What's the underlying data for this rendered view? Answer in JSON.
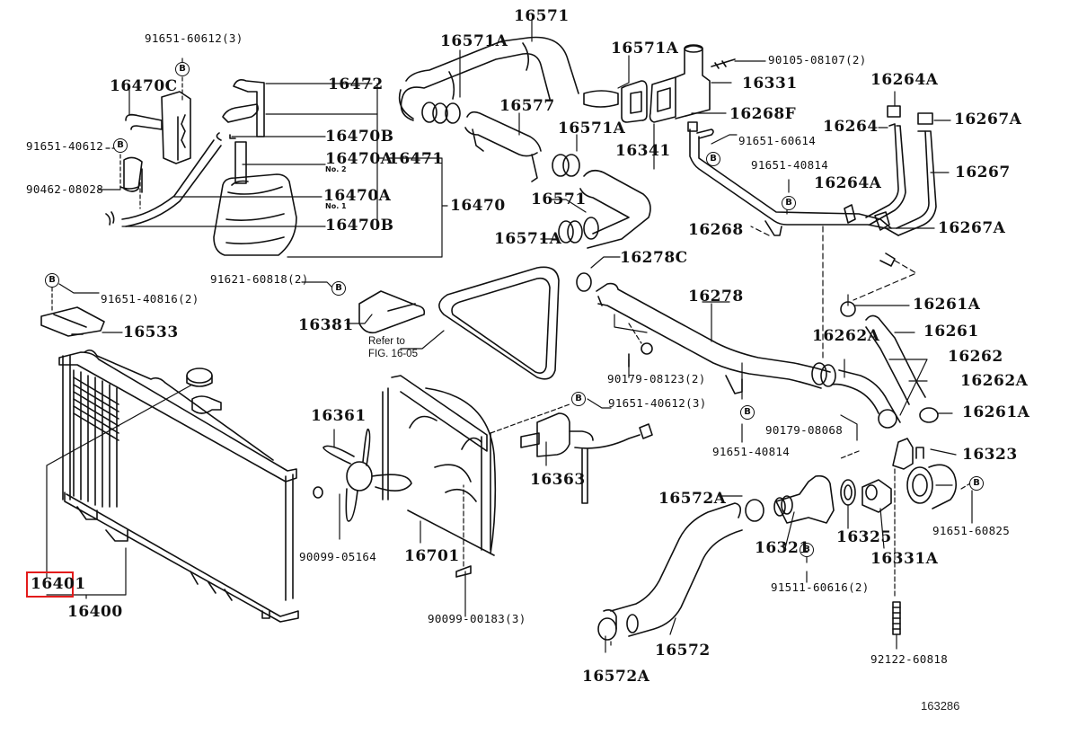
{
  "diagram": {
    "title": "Radiator & Water Outlet parts diagram",
    "figure_code": "163286",
    "highlight_color": "#e31b1b",
    "highlighted_part": "16401",
    "bolt_marker": "B",
    "reference_note": {
      "line1": "Refer to",
      "line2": "FIG. 16-05"
    }
  },
  "labels": {
    "p_91651_60612_3": "91651-60612(3)",
    "p_16470C": "16470C",
    "p_91651_40612": "91651-40612",
    "p_90462_08028": "90462-08028",
    "p_16472": "16472",
    "p_16470B_top": "16470B",
    "p_16470A_no2": "16470A",
    "no2": "No. 2",
    "p_16471": "16471",
    "p_16470A_no1": "16470A",
    "no1": "No. 1",
    "p_16470B_bot": "16470B",
    "p_16470": "16470",
    "p_16571_top": "16571",
    "p_16571A_1": "16571A",
    "p_16571A_2": "16571A",
    "p_16577": "16577",
    "p_16571A_3": "16571A",
    "p_16341": "16341",
    "p_16571_mid": "16571",
    "p_16571A_4": "16571A",
    "p_90105_08107_2": "90105-08107(2)",
    "p_16331": "16331",
    "p_16268F": "16268F",
    "p_91651_60614": "91651-60614",
    "p_91651_40814_top": "91651-40814",
    "p_16268": "16268",
    "p_16264A_top": "16264A",
    "p_16264": "16264",
    "p_16264A_bot": "16264A",
    "p_16267A_top": "16267A",
    "p_16267": "16267",
    "p_16267A_bot": "16267A",
    "p_91651_40816_2": "91651-40816(2)",
    "p_16533": "16533",
    "p_91621_60818_2": "91621-60818(2)",
    "p_16381": "16381",
    "p_16278C": "16278C",
    "p_16278": "16278",
    "p_90179_08123_2": "90179-08123(2)",
    "p_91651_40612_3": "91651-40612(3)",
    "p_16361": "16361",
    "p_16363": "16363",
    "p_90099_05164": "90099-05164",
    "p_16701": "16701",
    "p_90099_00183_3": "90099-00183(3)",
    "p_16401": "16401",
    "p_16400": "16400",
    "p_16261A_top": "16261A",
    "p_16261": "16261",
    "p_16262A_left": "16262A",
    "p_16262": "16262",
    "p_16262A_right": "16262A",
    "p_16261A_bot": "16261A",
    "p_90179_08068": "90179-08068",
    "p_91651_40814_bot": "91651-40814",
    "p_16323": "16323",
    "p_16572A_top": "16572A",
    "p_16321": "16321",
    "p_16325": "16325",
    "p_16331A": "16331A",
    "p_91651_60825": "91651-60825",
    "p_91511_60616_2": "91511-60616(2)",
    "p_16572": "16572",
    "p_92122_60818": "92122-60818",
    "p_16572A_bot": "16572A"
  }
}
